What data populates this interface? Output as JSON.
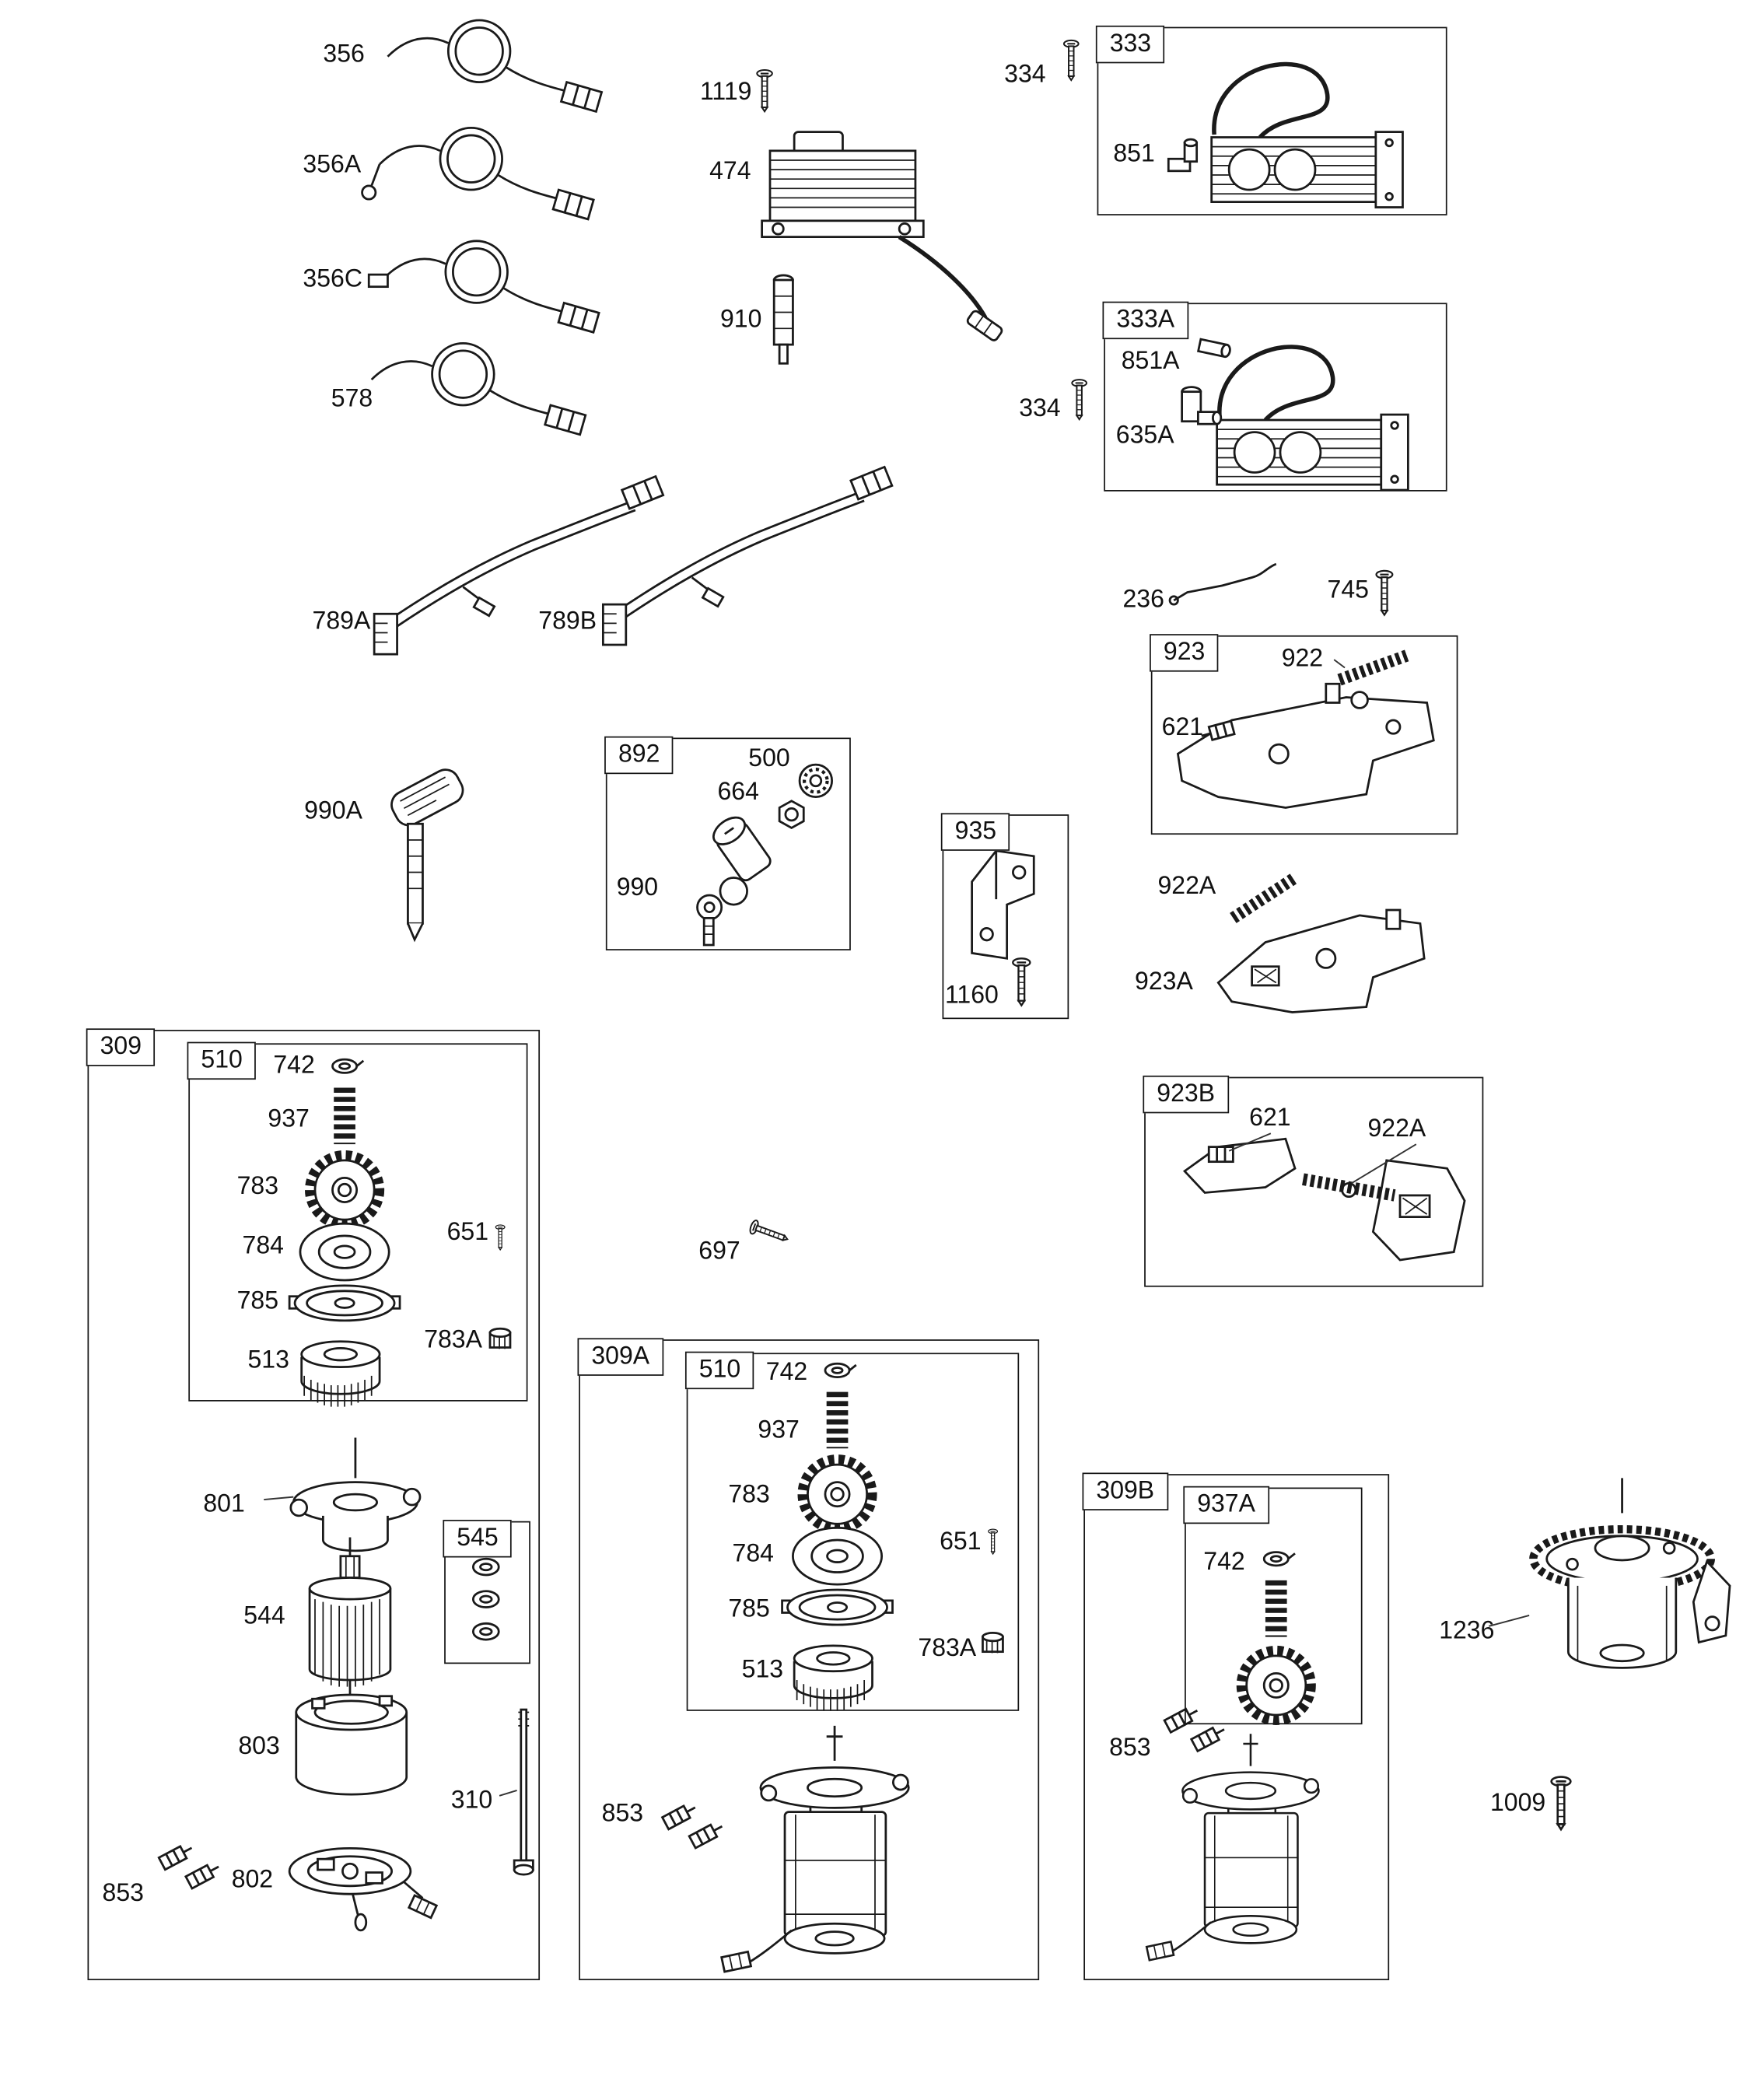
{
  "page": {
    "background": "#ffffff",
    "line_color": "#1a1a1a",
    "kind": "exploded-parts-diagram"
  },
  "boxes": {
    "b333": "333",
    "b333A": "333A",
    "b923": "923",
    "b892": "892",
    "b935": "935",
    "b923B": "923B",
    "b309": "309",
    "b510_309": "510",
    "b545": "545",
    "b309A": "309A",
    "b510_309A": "510",
    "b309B": "309B",
    "b937A": "937A"
  },
  "labels": {
    "l356": "356",
    "l356A": "356A",
    "l356C": "356C",
    "l578": "578",
    "l1119": "1119",
    "l474": "474",
    "l910": "910",
    "l334a": "334",
    "l334b": "334",
    "l851": "851",
    "l851A": "851A",
    "l635A": "635A",
    "l789A": "789A",
    "l789B": "789B",
    "l236": "236",
    "l745": "745",
    "l922": "922",
    "l621_923": "621",
    "l500": "500",
    "l664": "664",
    "l990": "990",
    "l990A": "990A",
    "l1160": "1160",
    "l922A": "922A",
    "l923A": "923A",
    "l621_923B": "621",
    "l922A_923B": "922A",
    "l742_309": "742",
    "l937_309": "937",
    "l783_309": "783",
    "l784_309": "784",
    "l785_309": "785",
    "l513_309": "513",
    "l651_309": "651",
    "l783A_309": "783A",
    "l697": "697",
    "l801": "801",
    "l544": "544",
    "l803": "803",
    "l310": "310",
    "l802": "802",
    "l853_309": "853",
    "l742_309A": "742",
    "l937_309A": "937",
    "l783_309A": "783",
    "l784_309A": "784",
    "l785_309A": "785",
    "l513_309A": "513",
    "l651_309A": "651",
    "l783A_309A": "783A",
    "l853_309A": "853",
    "l742_937A": "742",
    "l853_309B": "853",
    "l1236": "1236",
    "l1009": "1009"
  }
}
